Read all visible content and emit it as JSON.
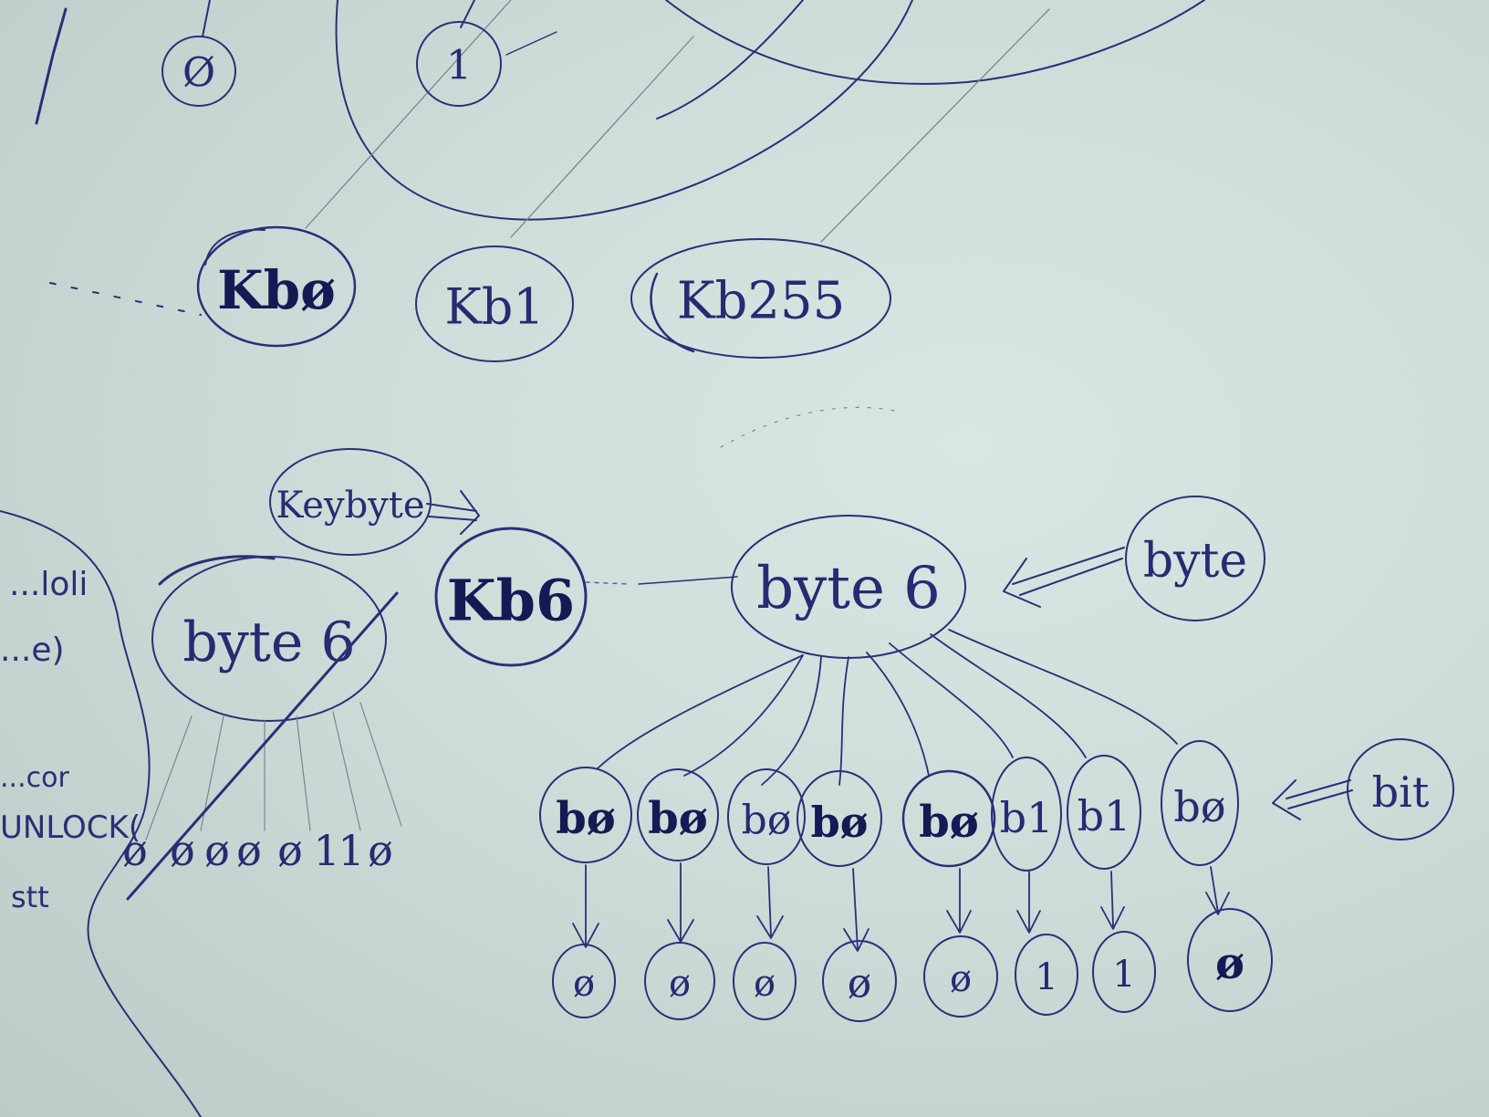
{
  "top_nodes": [
    "Ø",
    "1"
  ],
  "kb_nodes": [
    "Kbø",
    "Kb1",
    "Kb255"
  ],
  "keybyte_label": "Keybyte",
  "kb_node": "Kb6",
  "byte_node": "byte 6",
  "byte_label": "byte",
  "bit_label": "bit",
  "bit_nodes": [
    "bø",
    "bø",
    "bø",
    "bø",
    "bø",
    "b1",
    "b1",
    "bø"
  ],
  "bit_values": [
    "ø",
    "ø",
    "ø",
    "ø",
    "ø",
    "1",
    "1",
    "ø"
  ],
  "crossed_byte_node": "byte 6",
  "crossed_bits": [
    "ø",
    "ø",
    "ø",
    "ø",
    "ø",
    "1",
    "1",
    "ø"
  ],
  "margin_text": [
    "...loli",
    "...e)",
    "...cor",
    "UNLOCK(",
    "stt"
  ]
}
